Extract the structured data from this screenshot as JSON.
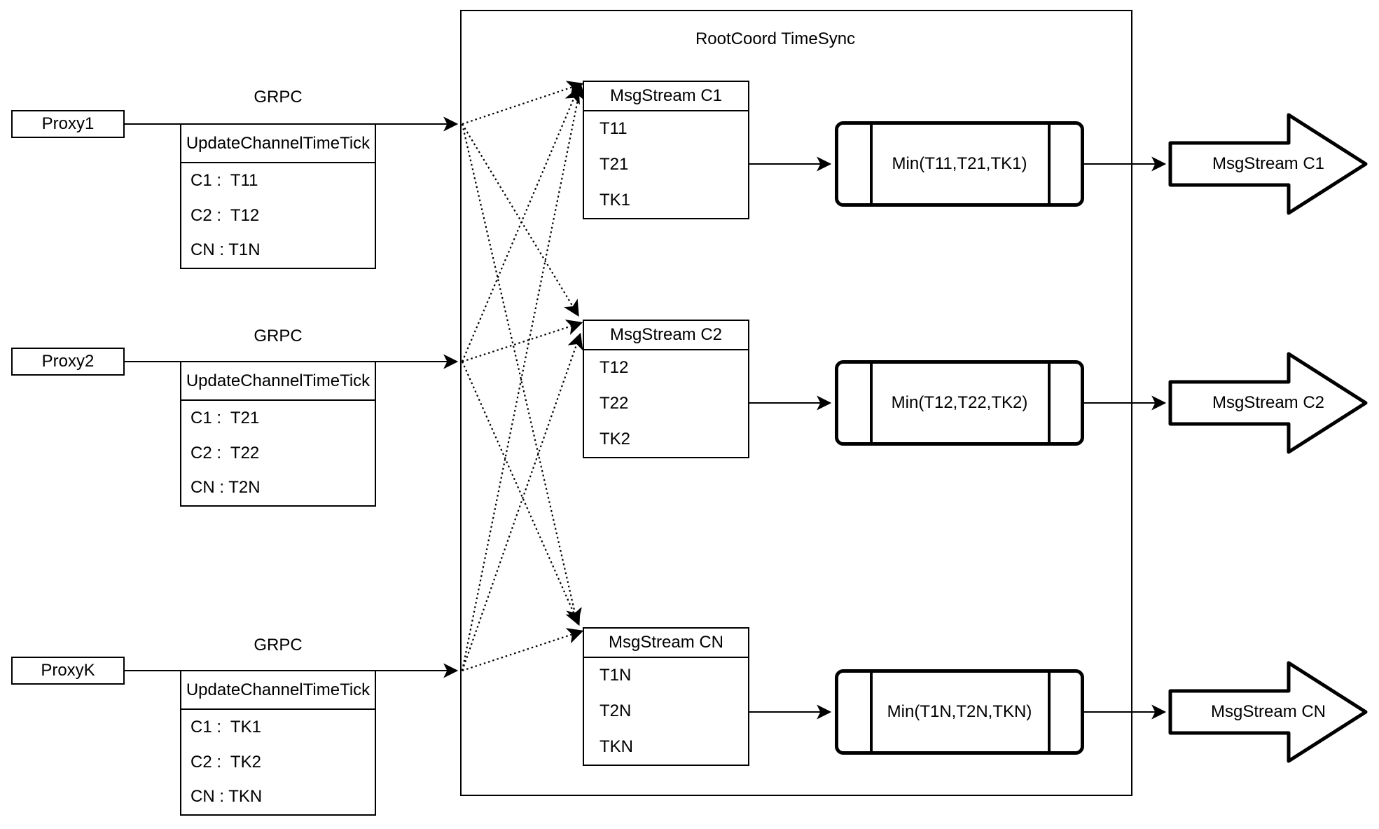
{
  "title": "RootCoord TimeSync",
  "colors": {
    "stroke": "#000000",
    "background": "#ffffff"
  },
  "rows": [
    {
      "proxy_label": "Proxy1",
      "grpc_label": "GRPC",
      "update_table": {
        "header": "UpdateChannelTimeTick",
        "rows": [
          "C1 :  T11",
          "C2 :  T12",
          "CN : T1N"
        ]
      },
      "msgstream_table": {
        "header": "MsgStream C1",
        "rows": [
          "T11",
          "T21",
          "TK1"
        ]
      },
      "min_label": "Min(T11,T21,TK1)",
      "output_arrow_label": "MsgStream C1"
    },
    {
      "proxy_label": "Proxy2",
      "grpc_label": "GRPC",
      "update_table": {
        "header": "UpdateChannelTimeTick",
        "rows": [
          "C1 :  T21",
          "C2 :  T22",
          "CN : T2N"
        ]
      },
      "msgstream_table": {
        "header": "MsgStream C2",
        "rows": [
          "T12",
          "T22",
          "TK2"
        ]
      },
      "min_label": "Min(T12,T22,TK2)",
      "output_arrow_label": "MsgStream C2"
    },
    {
      "proxy_label": "ProxyK",
      "grpc_label": "GRPC",
      "update_table": {
        "header": "UpdateChannelTimeTick",
        "rows": [
          "C1 :  TK1",
          "C2 :  TK2",
          "CN : TKN"
        ]
      },
      "msgstream_table": {
        "header": "MsgStream CN",
        "rows": [
          "T1N",
          "T2N",
          "TKN"
        ]
      },
      "min_label": "Min(T1N,T2N,TKN)",
      "output_arrow_label": "MsgStream CN"
    }
  ]
}
